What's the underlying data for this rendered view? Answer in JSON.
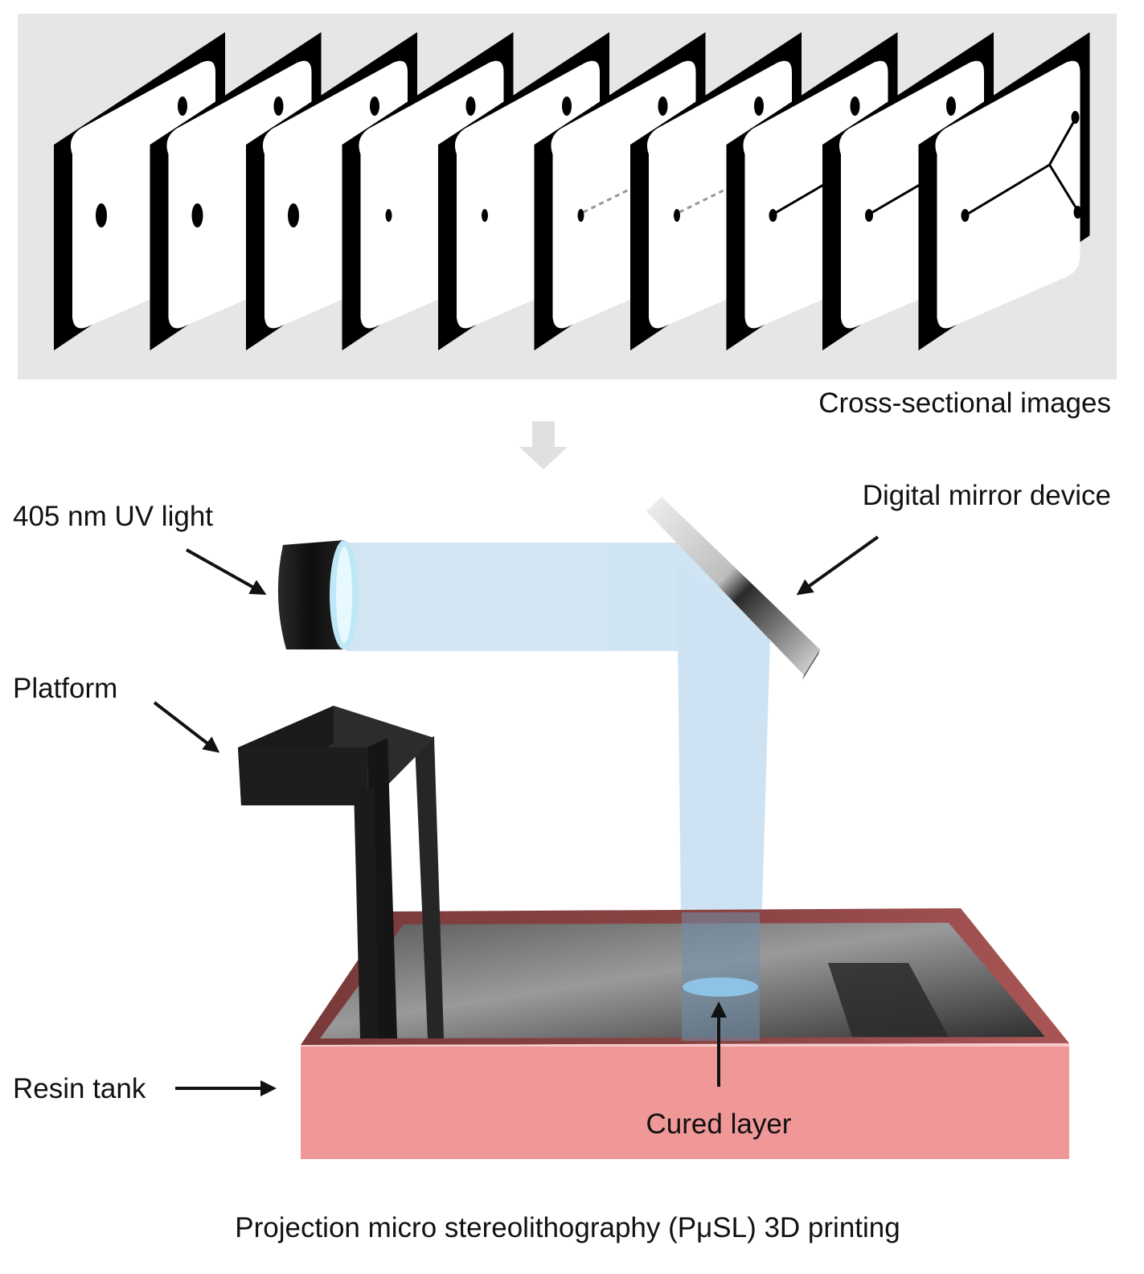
{
  "figure": {
    "panel_label": "Cross-sectional images",
    "caption": "Projection micro stereolithography (PμSL) 3D printing"
  },
  "labels": {
    "uv_light": "405 nm UV light",
    "mirror": "Digital mirror device",
    "platform": "Platform",
    "resin_tank": "Resin tank",
    "cured_layer": "Cured layer"
  },
  "slices": [
    {
      "pattern": "large-dot"
    },
    {
      "pattern": "large-dot"
    },
    {
      "pattern": "large-dot"
    },
    {
      "pattern": "small-dot"
    },
    {
      "pattern": "small-dot"
    },
    {
      "pattern": "dot-dashed-line"
    },
    {
      "pattern": "dot-dashed-line"
    },
    {
      "pattern": "dot-solid-line"
    },
    {
      "pattern": "dot-solid-line"
    },
    {
      "pattern": "y-branch"
    }
  ],
  "colors": {
    "panel_bg": "#e6e6e6",
    "beam": "#cfe4f3",
    "tank_front": "#f09898",
    "tank_rim": "#f2c0c0",
    "resin": "#3a3a3a",
    "platform": "#1c1c1c",
    "arrow": "#111111"
  }
}
